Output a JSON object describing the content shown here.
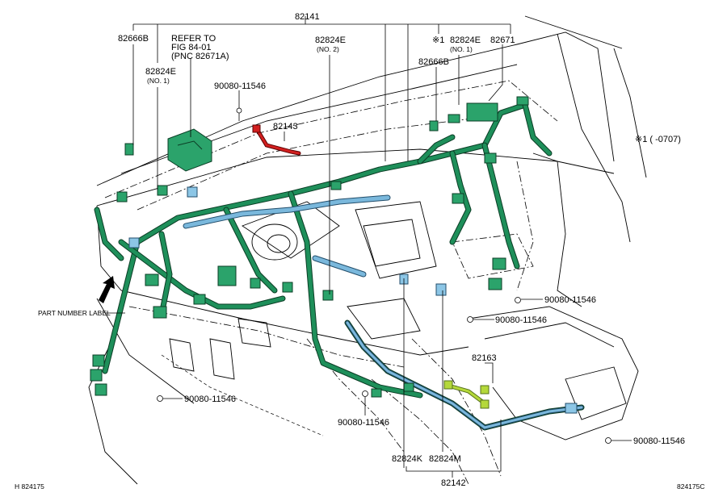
{
  "labels": {
    "main_harness": "82141",
    "p82666b_left": "82666B",
    "refer_to_1": "REFER TO",
    "refer_to_2": "FIG   84-01",
    "refer_to_3": "(PNC 82671A)",
    "p82824e_no1_left": "82824E",
    "no1_left": "(NO. 1)",
    "bolt_top": "90080-11546",
    "p82824e_no2": "82824E",
    "no2": "(NO. 2)",
    "p82143": "82143",
    "note_mark_top": "※1",
    "p82824e_no1_right": "82824E",
    "no1_right": "(NO. 1)",
    "p82671": "82671",
    "p82666b_right": "82666B",
    "note_text": "※1 (      -0707)",
    "part_number_label": "PART NUMBER LABEL",
    "bolt_right_upper": "90080-11546",
    "bolt_right_mid": "90080-11546",
    "p82163": "82163",
    "bolt_left_bottom": "90080-11546",
    "bolt_center_bottom": "90080-11546",
    "bolt_right_bottom": "90080-11546",
    "p82824k": "82824K",
    "p82824m": "82824M",
    "p82142": "82142",
    "footer_left": "H  824175",
    "footer_right": "824175C"
  },
  "colors": {
    "harness_green": "#1e8f5a",
    "harness_blue": "#7ab8dc",
    "cable_red": "#d21f1f",
    "sub_harness_yellow_green": "#b4d83a"
  }
}
